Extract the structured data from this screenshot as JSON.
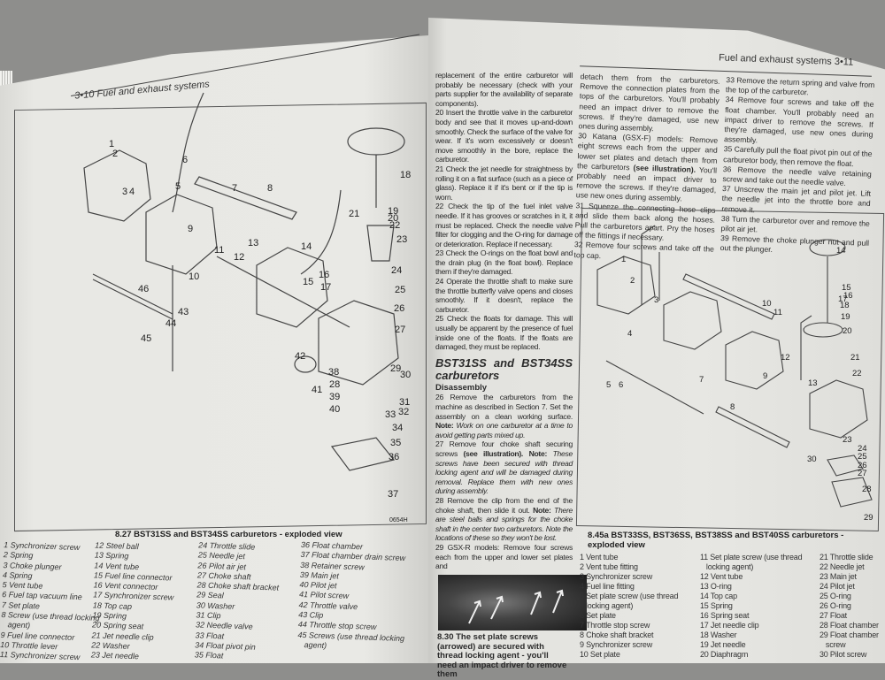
{
  "left_page": {
    "header": "3•10 Fuel and exhaust systems",
    "figure_code": "0654H",
    "caption": "8.27 BST31SS and BST34SS carburetors - exploded view",
    "callouts": [
      "1",
      "2",
      "3",
      "4",
      "5",
      "6",
      "7",
      "8",
      "9",
      "10",
      "11",
      "12",
      "13",
      "14",
      "15",
      "16",
      "17",
      "18",
      "19",
      "20",
      "21",
      "22",
      "23",
      "24",
      "25",
      "26",
      "27",
      "28",
      "29",
      "30",
      "31",
      "32",
      "33",
      "34",
      "35",
      "36",
      "37",
      "38",
      "39",
      "40",
      "41",
      "42",
      "43",
      "44",
      "45",
      "46"
    ],
    "legend_columns": [
      [
        "1 Synchronizer screw",
        "2 Spring",
        "3 Choke plunger",
        "4 Spring",
        "5 Vent tube",
        "6 Fuel tap vacuum line",
        "7 Set plate",
        "8 Screw (use thread locking",
        "   agent)",
        "9 Fuel line connector",
        "10 Throttle lever",
        "11 Synchronizer screw"
      ],
      [
        "12 Steel ball",
        "13 Spring",
        "14 Vent tube",
        "15 Fuel line connector",
        "16 Vent connector",
        "17 Synchronizer screw",
        "18 Top cap",
        "19 Spring",
        "20 Spring seat",
        "21 Jet needle clip",
        "22 Washer",
        "23 Jet needle"
      ],
      [
        "24 Throttle slide",
        "25 Needle jet",
        "26 Pilot air jet",
        "27 Choke shaft",
        "28 Choke shaft bracket",
        "29 Seal",
        "30 Washer",
        "31 Clip",
        "32 Needle valve",
        "33 Float",
        "34 Float pivot pin",
        "35 Float"
      ],
      [
        "36 Float chamber",
        "37 Float chamber drain screw",
        "38 Retainer screw",
        "39 Main jet",
        "40 Pilot jet",
        "41 Pilot screw",
        "42 Throttle valve",
        "43 Clip",
        "44 Throttle stop screw",
        "45 Screws (use thread locking",
        "   agent)"
      ]
    ]
  },
  "right_page": {
    "header": "Fuel and exhaust systems 3•11",
    "column1": {
      "intro": "replacement of the entire carburetor will probably be necessary (check with your parts supplier for the availability of separate components).",
      "p20": "20 Insert the throttle valve in the carburetor body and see that it moves up-and-down smoothly. Check the surface of the valve for wear. If it's worn excessively or doesn't move smoothly in the bore, replace the carburetor.",
      "p21": "21 Check the jet needle for straightness by rolling it on a flat surface (such as a piece of glass). Replace it if it's bent or if the tip is worn.",
      "p22": "22 Check the tip of the fuel inlet valve needle. If it has grooves or scratches in it, it must be replaced. Check the needle valve filter for clogging and the O-ring for damage or deterioration. Replace if necessary.",
      "p23": "23 Check the O-rings on the float bowl and the drain plug (in the float bowl). Replace them if they're damaged.",
      "p24": "24 Operate the throttle shaft to make sure the throttle butterfly valve opens and closes smoothly. If it doesn't, replace the carburetor.",
      "p25": "25 Check the floats for damage. This will usually be apparent by the presence of fuel inside one of the floats. If the floats are damaged, they must be replaced.",
      "heading": "BST31SS and BST34SS carburetors",
      "subheading": "Disassembly",
      "p26a": "26 Remove the carburetors from the machine as described in Section 7. Set the assembly on a clean working surface.",
      "p26_note_label": "Note:",
      "p26_note": "Work on one carburetor at a time to avoid getting parts mixed up.",
      "p27a": "27 Remove four choke shaft securing screws",
      "p27_ref": "(see illustration).",
      "p27_note_label": "Note:",
      "p27_note": "These screws have been secured with thread locking agent and will be damaged during removal. Replace them with new ones during assembly.",
      "p28a": "28 Remove the clip from the end of the choke shaft, then slide it out.",
      "p28_note_label": "Note:",
      "p28_note": "There are steel balls and springs for the choke shaft in the center two carburetors. Note the locations of these so they won't be lost.",
      "p29": "29 GSX-R models: Remove four screws each from the upper and lower set plates and"
    },
    "column2": {
      "p29b": "detach them from the carburetors. Remove the connection plates from the tops of the carburetors. You'll probably need an impact driver to remove the screws. If they're damaged, use new ones during assembly.",
      "p30a": "30 Katana (GSX-F) models: Remove eight screws each from the upper and lower set plates and detach them from the carburetors",
      "p30_ref": "(see illustration).",
      "p30b": "You'll probably need an impact driver to remove the screws. If they're damaged, use new ones during assembly.",
      "p31": "31 Squeeze the connecting hose clips and slide them back along the hoses. Pull the carburetors apart. Pry the hoses off the fittings if necessary.",
      "p32": "32 Remove four screws and take off the top cap."
    },
    "column3": {
      "p33": "33 Remove the return spring and valve from the top of the carburetor.",
      "p34": "34 Remove four screws and take off the float chamber. You'll probably need an impact driver to remove the screws. If they're damaged, use new ones during assembly.",
      "p35": "35 Carefully pull the float pivot pin out of the carburetor body, then remove the float.",
      "p36": "36 Remove the needle valve retaining screw and take out the needle valve.",
      "p37": "37 Unscrew the main jet and pilot jet. Lift the needle jet into the throttle bore and remove it.",
      "p38": "38 Turn the carburetor over and remove the pilot air jet.",
      "p39": "39 Remove the choke plunger nut and pull out the plunger."
    },
    "photo_caption": "8.30 The set plate screws (arrowed) are secured with thread locking agent - you'll need an impact driver to remove them",
    "figure_caption": "8.45a BST33SS, BST36SS, BST38SS and BST40SS carburetors - exploded view",
    "callouts": [
      "1",
      "2",
      "3",
      "4",
      "5",
      "6",
      "7",
      "8",
      "9",
      "10",
      "11",
      "12",
      "13",
      "14",
      "15",
      "16",
      "17",
      "18",
      "19",
      "20",
      "21",
      "22",
      "23",
      "24",
      "25",
      "26",
      "27",
      "28",
      "29",
      "30"
    ],
    "legend_columns": [
      [
        "1 Vent tube",
        "2 Vent tube fitting",
        "3 Synchronizer screw",
        "4 Fuel line fitting",
        "5 Set plate screw (use thread",
        "   locking agent)",
        "6 Set plate",
        "7 Throttle stop screw",
        "8 Choke shaft bracket",
        "9 Synchronizer screw",
        "10 Set plate"
      ],
      [
        "11 Set plate screw (use thread",
        "   locking agent)",
        "12 Vent tube",
        "13 O-ring",
        "14 Top cap",
        "15 Spring",
        "16 Spring seat",
        "17 Jet needle clip",
        "18 Washer",
        "19 Jet needle",
        "20 Diaphragm"
      ],
      [
        "21 Throttle slide",
        "22 Needle jet",
        "23 Main jet",
        "24 Pilot jet",
        "25 O-ring",
        "26 O-ring",
        "27 Float",
        "28 Float chamber",
        "29 Float chamber",
        "   screw",
        "30 Pilot screw"
      ]
    ]
  }
}
